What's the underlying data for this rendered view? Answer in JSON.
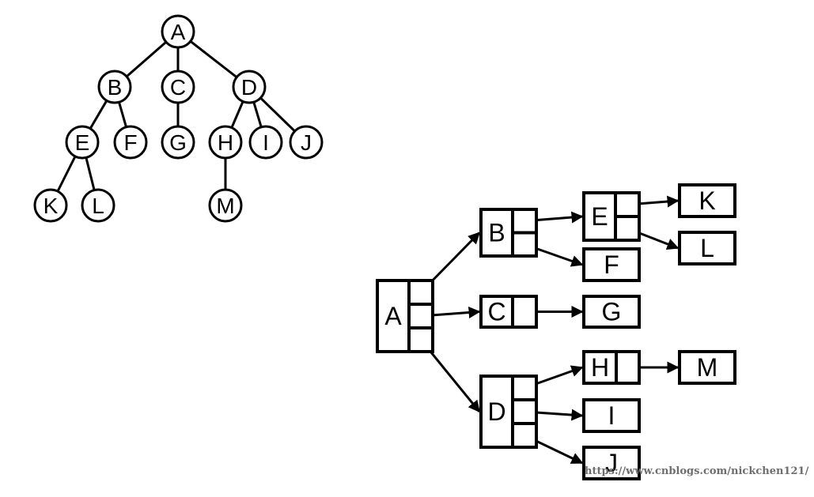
{
  "tree": {
    "title": "General tree",
    "nodes": [
      "A",
      "B",
      "C",
      "D",
      "E",
      "F",
      "G",
      "H",
      "I",
      "J",
      "K",
      "L",
      "M"
    ],
    "edges": [
      [
        "A",
        "B"
      ],
      [
        "A",
        "C"
      ],
      [
        "A",
        "D"
      ],
      [
        "B",
        "E"
      ],
      [
        "B",
        "F"
      ],
      [
        "C",
        "G"
      ],
      [
        "D",
        "H"
      ],
      [
        "D",
        "I"
      ],
      [
        "D",
        "J"
      ],
      [
        "E",
        "K"
      ],
      [
        "E",
        "L"
      ],
      [
        "H",
        "M"
      ]
    ]
  },
  "linked_representation": {
    "title": "Child-pointer (multi-field) linked structure",
    "nodes": [
      {
        "label": "A",
        "pointers": 3,
        "children": [
          "B",
          "C",
          "D"
        ]
      },
      {
        "label": "B",
        "pointers": 2,
        "children": [
          "E",
          "F"
        ]
      },
      {
        "label": "C",
        "pointers": 1,
        "children": [
          "G"
        ]
      },
      {
        "label": "D",
        "pointers": 3,
        "children": [
          "H",
          "I",
          "J"
        ]
      },
      {
        "label": "E",
        "pointers": 2,
        "children": [
          "K",
          "L"
        ]
      },
      {
        "label": "F",
        "pointers": 0,
        "children": []
      },
      {
        "label": "G",
        "pointers": 0,
        "children": []
      },
      {
        "label": "H",
        "pointers": 1,
        "children": [
          "M"
        ]
      },
      {
        "label": "I",
        "pointers": 0,
        "children": []
      },
      {
        "label": "J",
        "pointers": 0,
        "children": []
      },
      {
        "label": "K",
        "pointers": 0,
        "children": []
      },
      {
        "label": "L",
        "pointers": 0,
        "children": []
      },
      {
        "label": "M",
        "pointers": 0,
        "children": []
      }
    ]
  },
  "watermark": "https://www.cnblogs.com/nickchen121/",
  "colors": {
    "stroke": "#000000",
    "background": "#ffffff",
    "watermark": "#6e6e6e"
  }
}
